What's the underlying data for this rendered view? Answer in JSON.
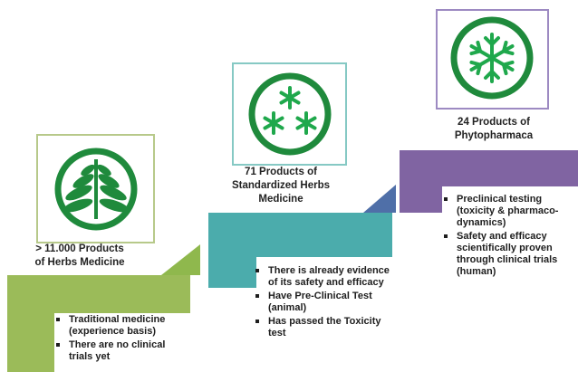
{
  "header": {
    "partial_text": ""
  },
  "stages": [
    {
      "title": "> 11.000 Products of Herbs Medicine",
      "title_lines": [
        "> 11.000 Products",
        "of Herbs Medicine"
      ],
      "icon": "herb-plant-icon",
      "color": "#9bbb59",
      "bullets": [
        "Traditional medicine (experience basis)",
        "There are no clinical trials yet"
      ]
    },
    {
      "title": "71 Products of Standardized Herbs Medicine",
      "title_lines": [
        "71 Products of",
        "Standardized Herbs",
        "Medicine"
      ],
      "icon": "three-asterisks-icon",
      "color": "#4bacac",
      "bullets": [
        "There is already evidence of its safety and efficacy",
        "Have Pre-Clinical Test (animal)",
        "Has passed the Toxicity test"
      ]
    },
    {
      "title": "24 Products of Phytopharmaca",
      "title_lines": [
        "24 Products of",
        "Phytopharmaca"
      ],
      "icon": "snowflake-icon",
      "color": "#8064a2",
      "bullets": [
        "Preclinical testing (toxicity & pharmaco-dynamics)",
        "Safety and efficacy scientifically proven through clinical trials (human)"
      ]
    }
  ]
}
